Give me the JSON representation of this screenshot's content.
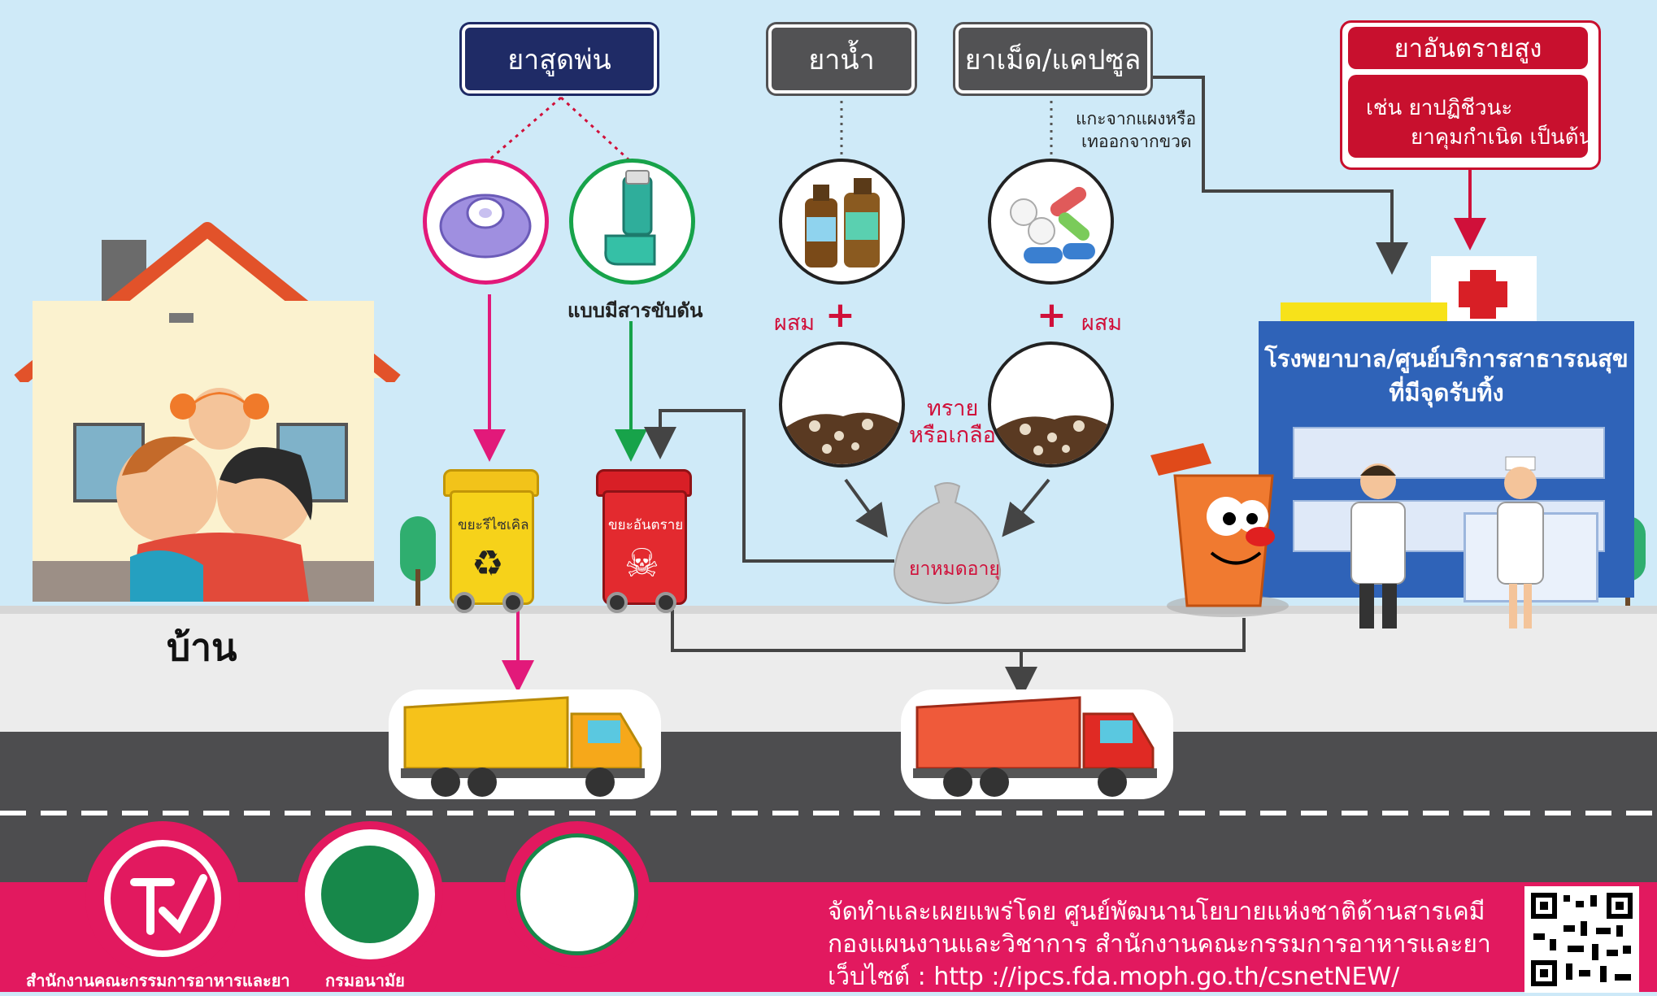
{
  "labels": {
    "inhaler": "ยาสูดพ่น",
    "liquid": "ยาน้ำ",
    "tablet": "ยาเม็ด/แคปซูล",
    "danger_title": "ยาอันตรายสูง",
    "danger_line1": "เช่น  ยาปฏิชีวนะ",
    "danger_line2": "ยาคุมกำเนิด เป็นต้น",
    "propellant": "แบบมีสารขับดัน",
    "remove_line1": "แกะจากแผงหรือ",
    "remove_line2": "เทออกจากขวด",
    "mix": "ผสม",
    "sand_line1": "ทราย",
    "sand_line2": "หรือเกลือ",
    "expired": "ยาหมดอายุ",
    "recycle_bin": "ขยะรีไซเคิล",
    "hazard_bin": "ขยะอันตราย",
    "home": "บ้าน",
    "hospital_line1": "โรงพยาบาล/ศูนย์บริการสาธารณสุข",
    "hospital_line2": "ที่มีจุดรับทิ้ง"
  },
  "footer": {
    "line1": "จัดทำและเผยแพร่โดย ศูนย์พัฒนานโยบายแห่งชาติด้านสารเคมี",
    "line2": "กองแผนงานและวิชาการ สำนักงานคณะกรรมการอาหารและยา",
    "line3": "เว็บไซต์ : http ://ipcs.fda.moph.go.th/csnetNEW/",
    "fda_caption": "สำนักงานคณะกรรมการอาหารและยา",
    "anamai_caption": "กรมอนามัย"
  },
  "colors": {
    "navy": "#1f2b66",
    "grey": "#525254",
    "red": "#c8102e",
    "magenta": "#e2195f",
    "green": "#17a34a"
  }
}
